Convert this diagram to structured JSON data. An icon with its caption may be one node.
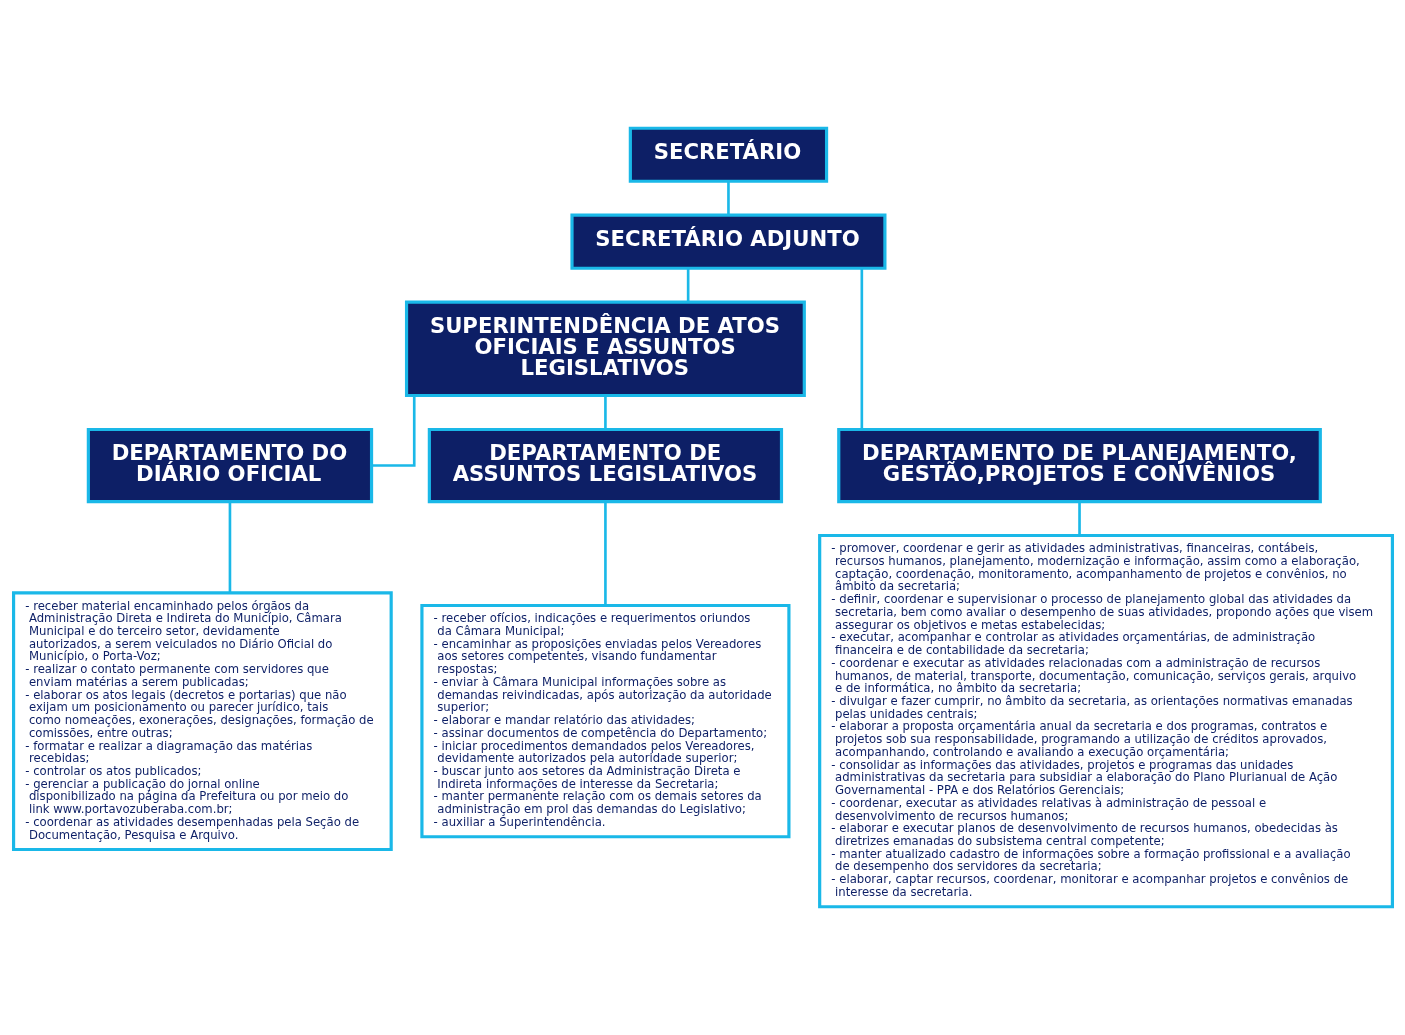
{
  "diagram": {
    "nodes": [
      {
        "text": [
          "SECRETÁRIO"
        ]
      },
      {
        "text": [
          "SECRETÁRIO ADJUNTO"
        ]
      },
      {
        "text": [
          "SUPERINTENDÊNCIA DE ATOS OFICIAIS E ASSUNTOS LEGISLATIVOS"
        ]
      },
      {
        "text": [
          "DEPARTAMENTO DE PLANEJAMENTO, GESTÃO,PROJETOS E CONVÊNIOS"
        ]
      },
      {
        "text": [
          "DEPARTAMENTO DO DIÁRIO OFICIAL"
        ]
      },
      {
        "text": [
          "DEPARTAMENTO DE ASSUNTOS LEGISLATIVOS"
        ]
      },
      {
        "text": [
          "- promover, coordenar e gerir as atividades administrativas, financeiras, contábeis, recursos humanos, planejamento, modernização e informação, assim como a elaboração, captação, coordenação, monitoramento, acompanhamento de projetos e convênios, no âmbito da secretaria;",
          "- definir, coordenar e supervisionar o processo de planejamento global das atividades da secretaria, bem como avaliar o desempenho de suas atividades, propondo ações que visem assegurar os objetivos e metas estabelecidas;",
          "- executar, acompanhar e controlar as atividades orçamentárias, de administração financeira e de contabilidade da secretaria;",
          "- coordenar e executar as atividades relacionadas com a administração de recursos humanos, de material, transporte, documentação, comunicação, serviços gerais, arquivo e de informática, no âmbito da secretaria;",
          "- divulgar e fazer cumprir, no âmbito da secretaria, as orientações normativas emanadas pelas unidades centrais;",
          "- elaborar a proposta orçamentária anual da secretaria e dos programas, contratos e projetos sob sua responsabilidade, programando a utilização de créditos aprovados, acompanhando, controlando e avaliando a execução orçamentária;",
          "- consolidar as informações das atividades, projetos e programas das unidades administrativas da secretaria para subsidiar a elaboração do Plano Plurianual de Ação Governamental - PPA e dos Relatórios Gerenciais;",
          "- coordenar, executar as atividades relativas à administração de pessoal e desenvolvimento de recursos humanos;",
          "- elaborar e executar planos de desenvolvimento de recursos humanos, obedecidas às diretrizes emanadas do subsistema central competente;",
          "- manter atualizado cadastro de informações sobre a formação profissional e a avaliação de desempenho dos servidores da secretaria;",
          "- elaborar, captar recursos, coordenar, monitorar e acompanhar projetos e convênios de interesse da secretaria."
        ]
      },
      {
        "text": [
          "- receber material encaminhado pelos órgãos da Administração Direta e Indireta do Município, Câmara Municipal e do terceiro setor, devidamente autorizados, a serem veiculados no Diário Oficial do Município, o Porta-Voz;",
          "- realizar o contato permanente com servidores que enviam matérias a serem publicadas;",
          "- elaborar os atos legais (decretos e portarias) que não exijam um posicionamento ou parecer jurídico, tais como nomeações, exonerações, designações, formação de comissões, entre outras;",
          "- formatar e realizar a diagramação das matérias recebidas;",
          "- controlar os atos publicados;",
          "- gerenciar a publicação do jornal online disponibilizado na página da Prefeitura ou por meio do link www.portavozuberaba.com.br;",
          "- coordenar as atividades desempenhadas pela Seção de Documentação, Pesquisa e Arquivo."
        ]
      },
      {
        "text": [
          "- receber ofícios, indicações e requerimentos oriundos da Câmara Municipal;",
          "- encaminhar as proposições enviadas pelos Vereadores aos setores competentes, visando fundamentar respostas;",
          "- enviar à Câmara Municipal informações sobre as demandas reivindicadas, após autorização da autoridade superior;",
          "- elaborar e mandar relatório das atividades;",
          "- assinar documentos de competência do Departamento;",
          "- iniciar procedimentos demandados pelos Vereadores, devidamente autorizados pela autoridade superior;",
          "- buscar junto aos setores da Administração Direta e Indireta informações de interesse da Secretaria;",
          "- manter permanente relação com os demais setores da administração em prol das demandas do Legislativo;",
          "- auxiliar a Superintendência."
        ]
      }
    ],
    "edges": [
      {
        "from": 0,
        "to": 1,
        "arrow": "none"
      },
      {
        "from": 1,
        "to": 2,
        "arrow": "none"
      },
      {
        "from": 1,
        "to": 3,
        "arrow": "none"
      },
      {
        "from": 2,
        "to": 4,
        "arrow": "none"
      },
      {
        "from": 2,
        "to": 5,
        "arrow": "none"
      },
      {
        "from": 3,
        "to": 6,
        "arrow": "none"
      },
      {
        "from": 4,
        "to": 7,
        "arrow": "none"
      },
      {
        "from": 5,
        "to": 8,
        "arrow": "none"
      }
    ]
  }
}
